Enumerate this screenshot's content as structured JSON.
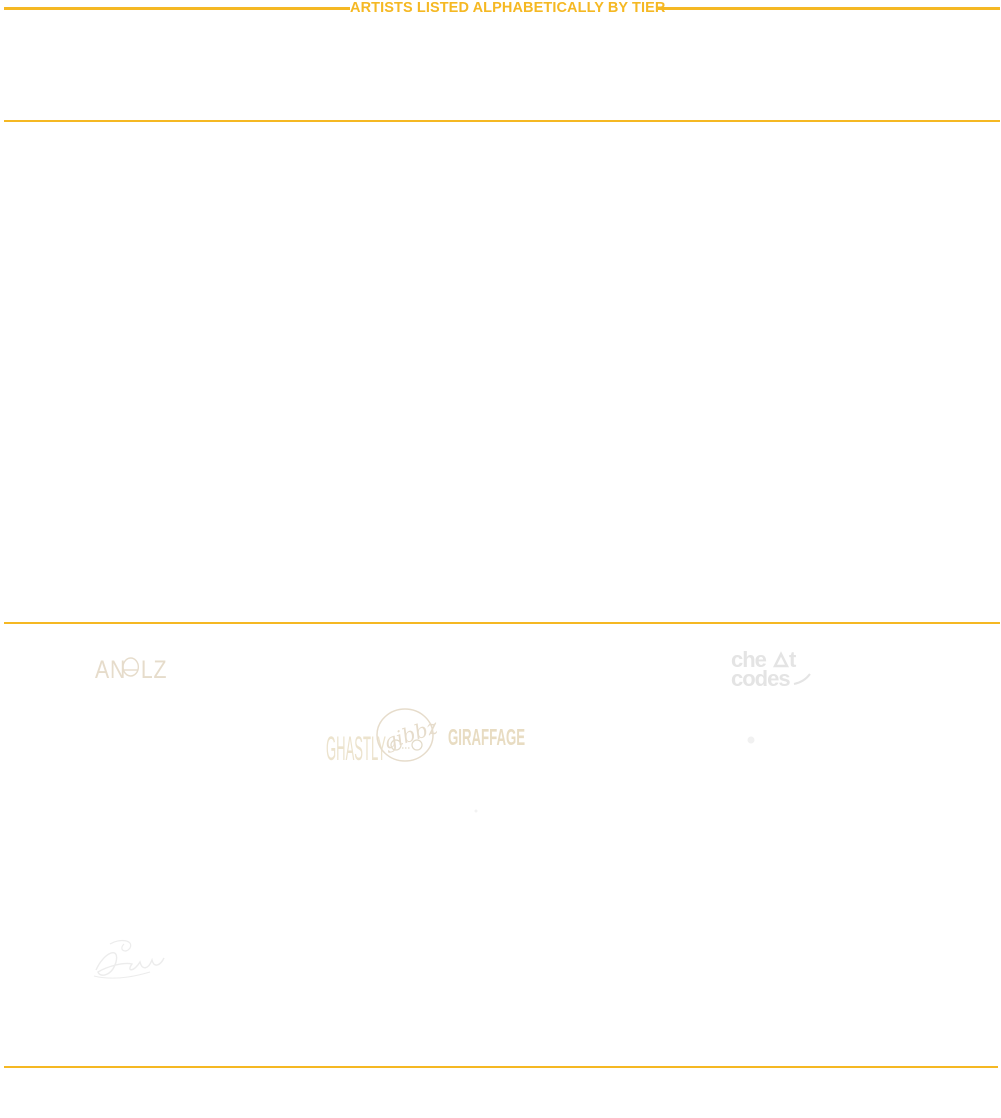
{
  "header": {
    "title": "ARTISTS LISTED ALPHABETICALLY BY TIER",
    "accent_color": "#f5b823"
  },
  "artist_logos": [
    {
      "name": "ANGELZ",
      "icon": "angelz-logo-icon"
    },
    {
      "name": "cheat codes",
      "icon": "cheat-codes-logo-icon"
    },
    {
      "name": "GHASTLY",
      "icon": "ghastly-logo-icon"
    },
    {
      "name": "gibbz",
      "icon": "gibbz-logo-icon"
    },
    {
      "name": "GIRAFFAGE",
      "icon": "giraffage-logo-icon"
    },
    {
      "name": "Feenixpawl",
      "icon": "signature-logo-icon"
    }
  ],
  "logo_color": "#ece2cf"
}
